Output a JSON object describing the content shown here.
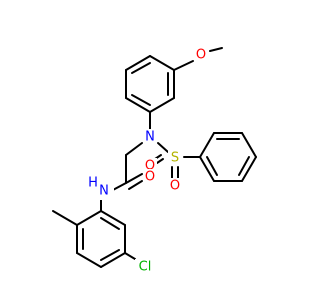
{
  "molecule": {
    "atoms": {
      "o_methoxy": {
        "label": "O",
        "color": "#ff0000"
      },
      "n_sulfonamide": {
        "label": "N",
        "color": "#0000ff"
      },
      "s_sulfonyl": {
        "label": "S",
        "color": "#b3b300"
      },
      "o_sulfonyl_left": {
        "label": "O",
        "color": "#ff0000"
      },
      "o_sulfonyl_bottom": {
        "label": "O",
        "color": "#ff0000"
      },
      "o_carbonyl": {
        "label": "O",
        "color": "#ff0000"
      },
      "nh_amide": {
        "label": "N",
        "color": "#0000ff"
      },
      "h_amide": {
        "label": "H",
        "color": "#0000ff"
      },
      "cl": {
        "label": "Cl",
        "color": "#00b300"
      }
    }
  }
}
